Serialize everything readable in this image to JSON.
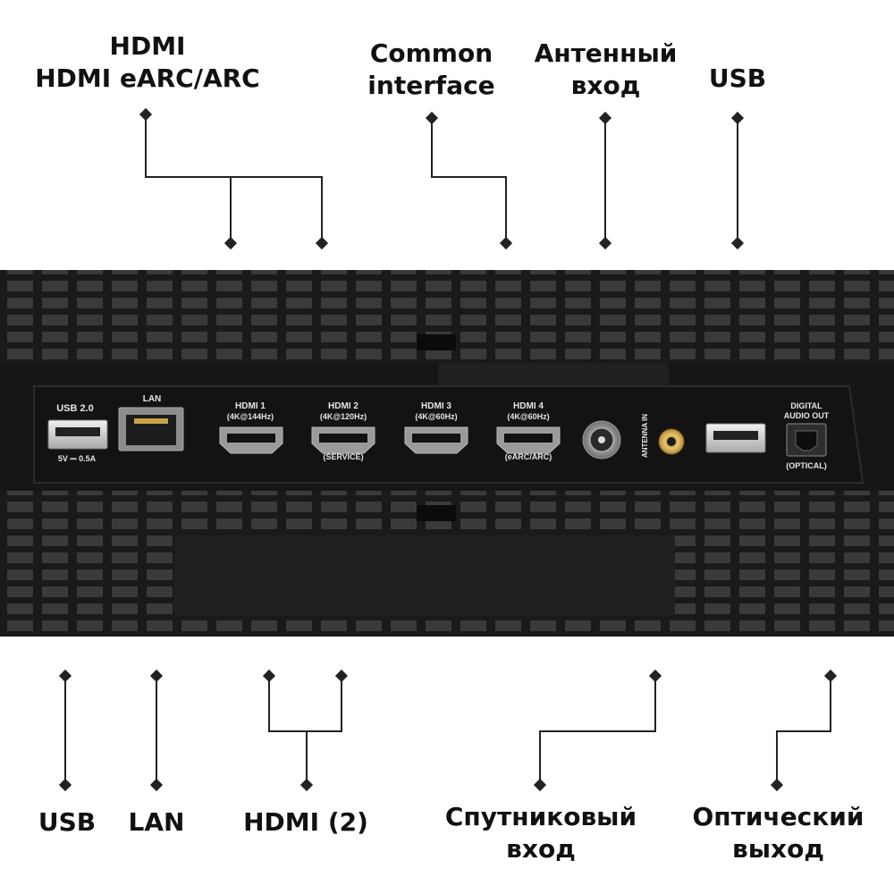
{
  "callouts_top": {
    "hdmi": [
      "HDMI",
      "HDMI eARC/ARC"
    ],
    "common_interface": [
      "Common",
      "interface"
    ],
    "antenna": [
      "Антенный",
      "вход"
    ],
    "usb": [
      "USB"
    ]
  },
  "callouts_bottom": {
    "usb": [
      "USB"
    ],
    "lan": [
      "LAN"
    ],
    "hdmi": [
      "HDMI (2)"
    ],
    "satellite": [
      "Спутниковый",
      "вход"
    ],
    "optical": [
      "Оптический",
      "выход"
    ]
  },
  "ports": {
    "usb20": {
      "title": "USB 2.0",
      "rating": "5V ⎓ 0.5A"
    },
    "lan": {
      "title": "LAN"
    },
    "hdmi1": {
      "title": "HDMI 1",
      "sub": "(4K@144Hz)"
    },
    "hdmi2": {
      "title": "HDMI 2",
      "sub": "(4K@120Hz)",
      "note": "(SERVICE)"
    },
    "hdmi3": {
      "title": "HDMI 3",
      "sub": "(4K@60Hz)"
    },
    "hdmi4": {
      "title": "HDMI 4",
      "sub": "(4K@60Hz)",
      "note": "(eARC/ARC)"
    },
    "antenna": {
      "title": "ANTENNA IN"
    },
    "digital_audio": {
      "title": "DIGITAL",
      "title2": "AUDIO OUT",
      "note": "(OPTICAL)"
    }
  },
  "colors": {
    "panel_dark": "#1a1a1a",
    "grid_cell": "#3a3a3a",
    "port_strip": "#141414",
    "label_text": "#111111",
    "coax_gold": "#d9b25a"
  }
}
